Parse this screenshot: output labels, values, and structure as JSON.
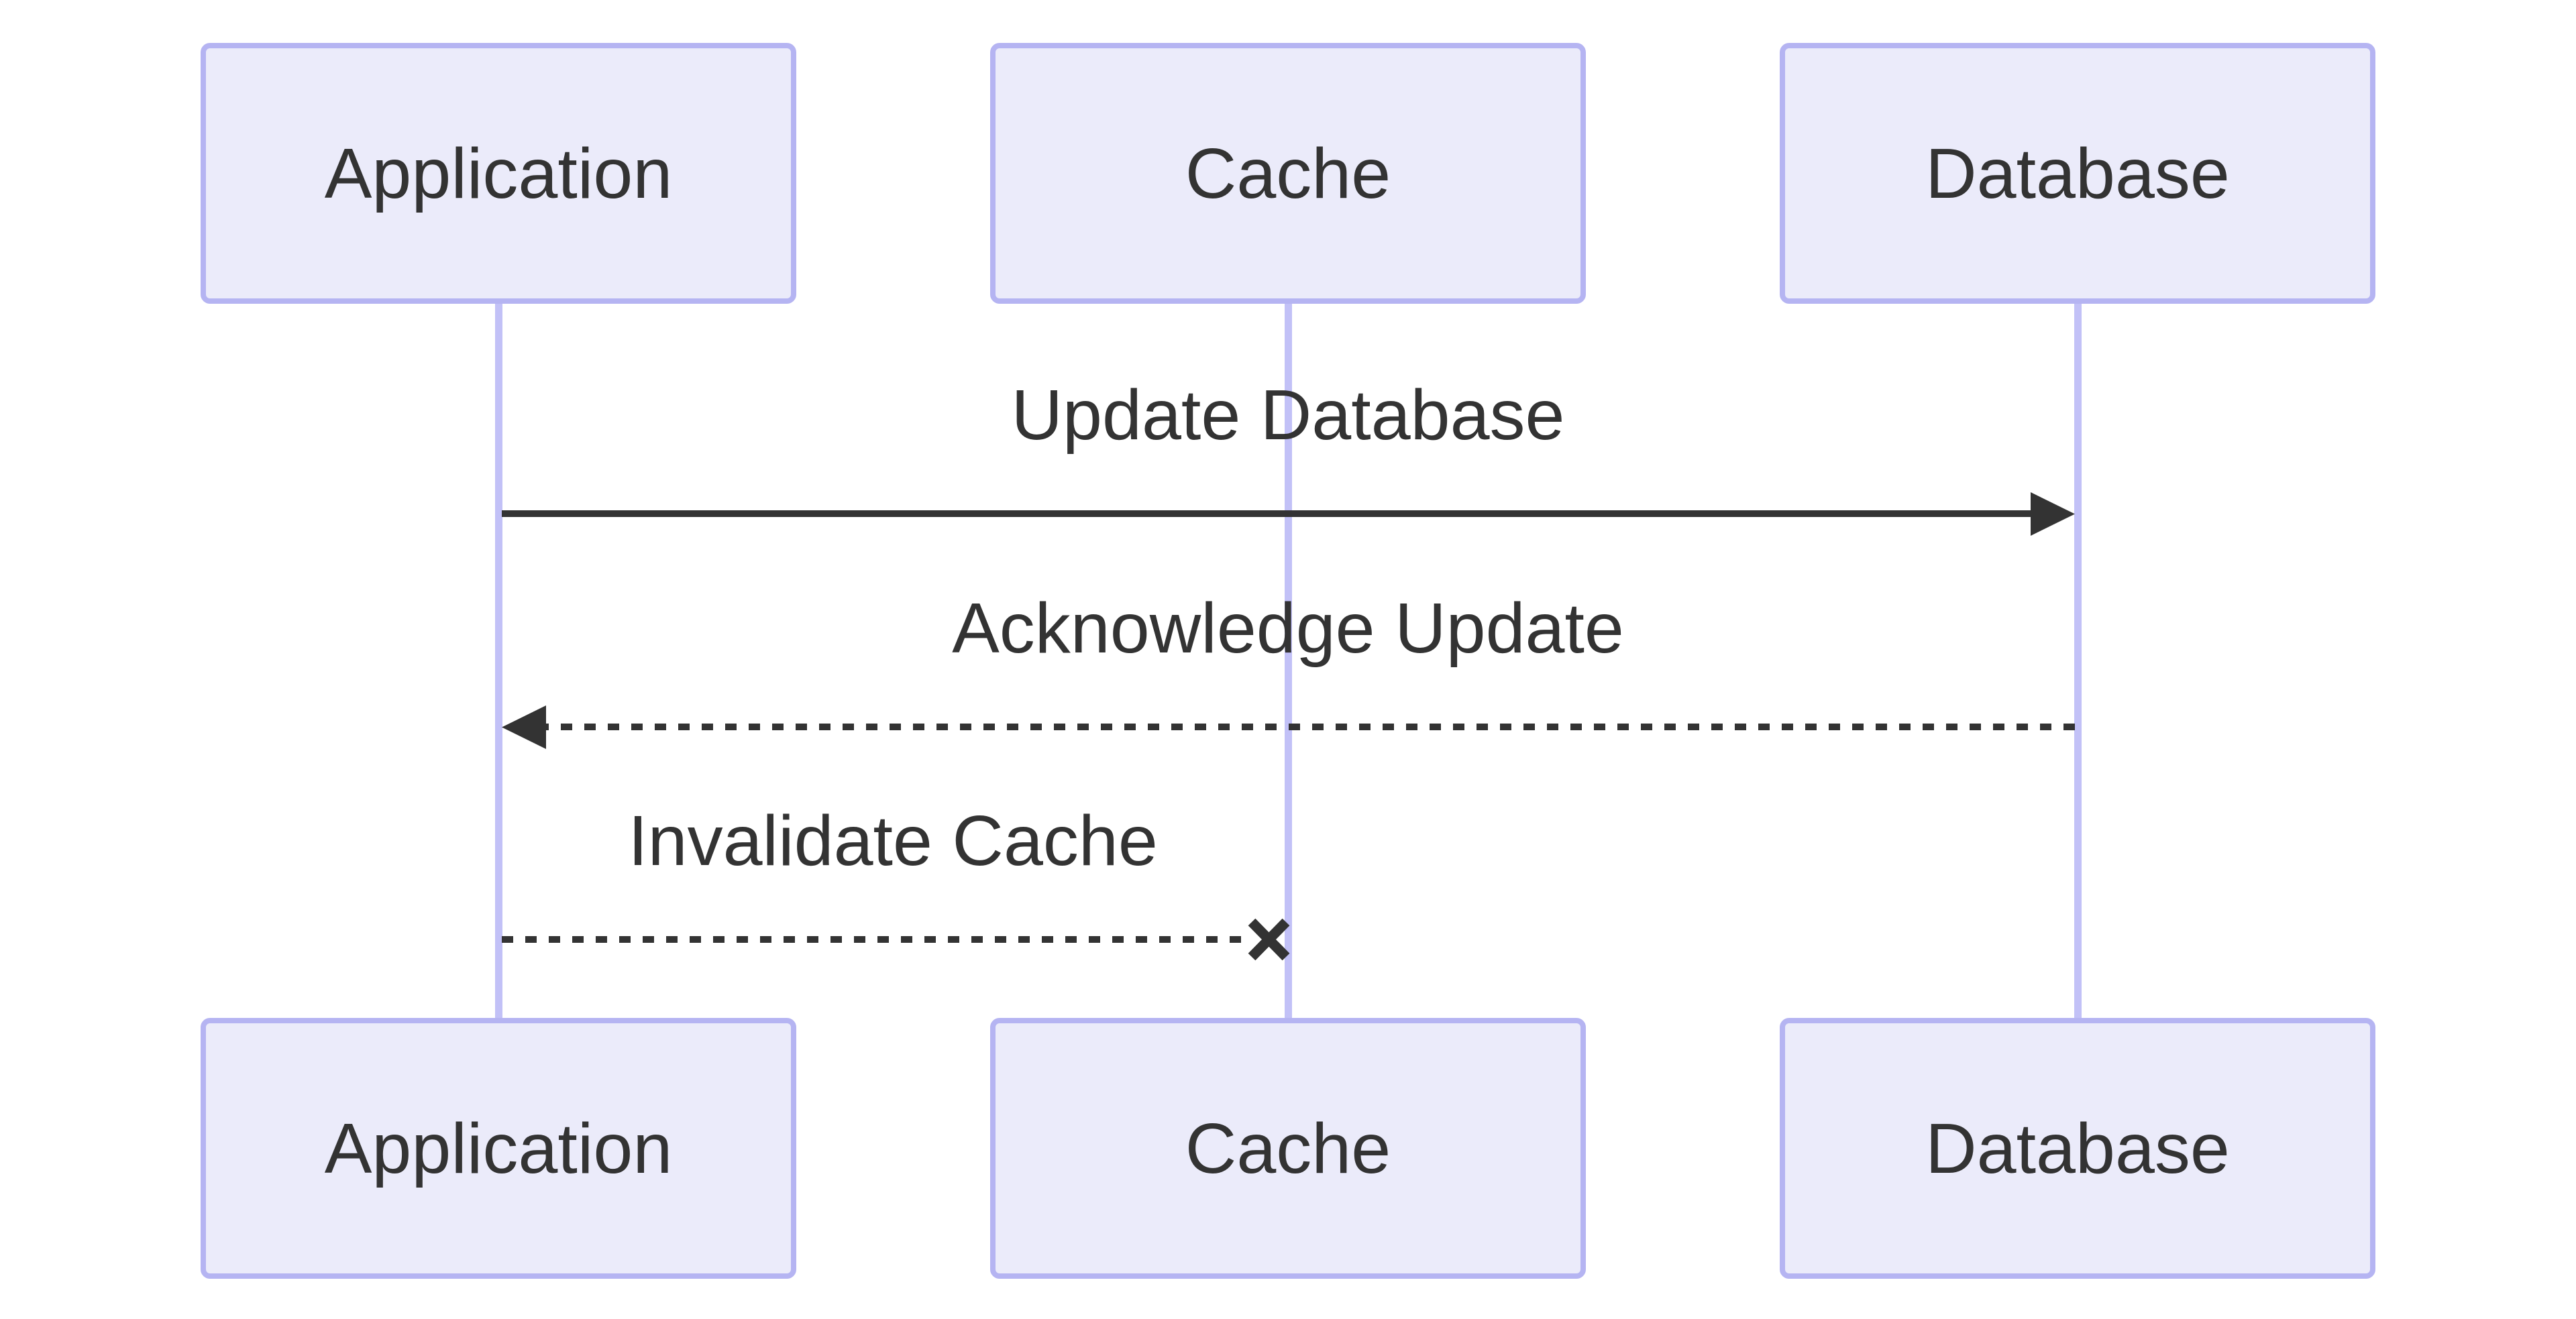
{
  "diagram": {
    "kind": "sequence-diagram",
    "actors": [
      {
        "id": "application",
        "label": "Application"
      },
      {
        "id": "cache",
        "label": "Cache"
      },
      {
        "id": "database",
        "label": "Database"
      }
    ],
    "messages": [
      {
        "from": "Application",
        "to": "Database",
        "label": "Update Database",
        "line": "solid",
        "end": "filled-arrow"
      },
      {
        "from": "Database",
        "to": "Application",
        "label": "Acknowledge Update",
        "line": "dashed",
        "end": "filled-arrow"
      },
      {
        "from": "Application",
        "to": "Cache",
        "label": "Invalidate Cache",
        "line": "dashed",
        "end": "cross"
      }
    ]
  },
  "colors": {
    "background": "#ffffff",
    "actor-fill": "#ebebfa",
    "actor-border": "#b5b4f2",
    "lifeline": "#c2c1f7",
    "message": "#333333",
    "text": "#333333"
  }
}
